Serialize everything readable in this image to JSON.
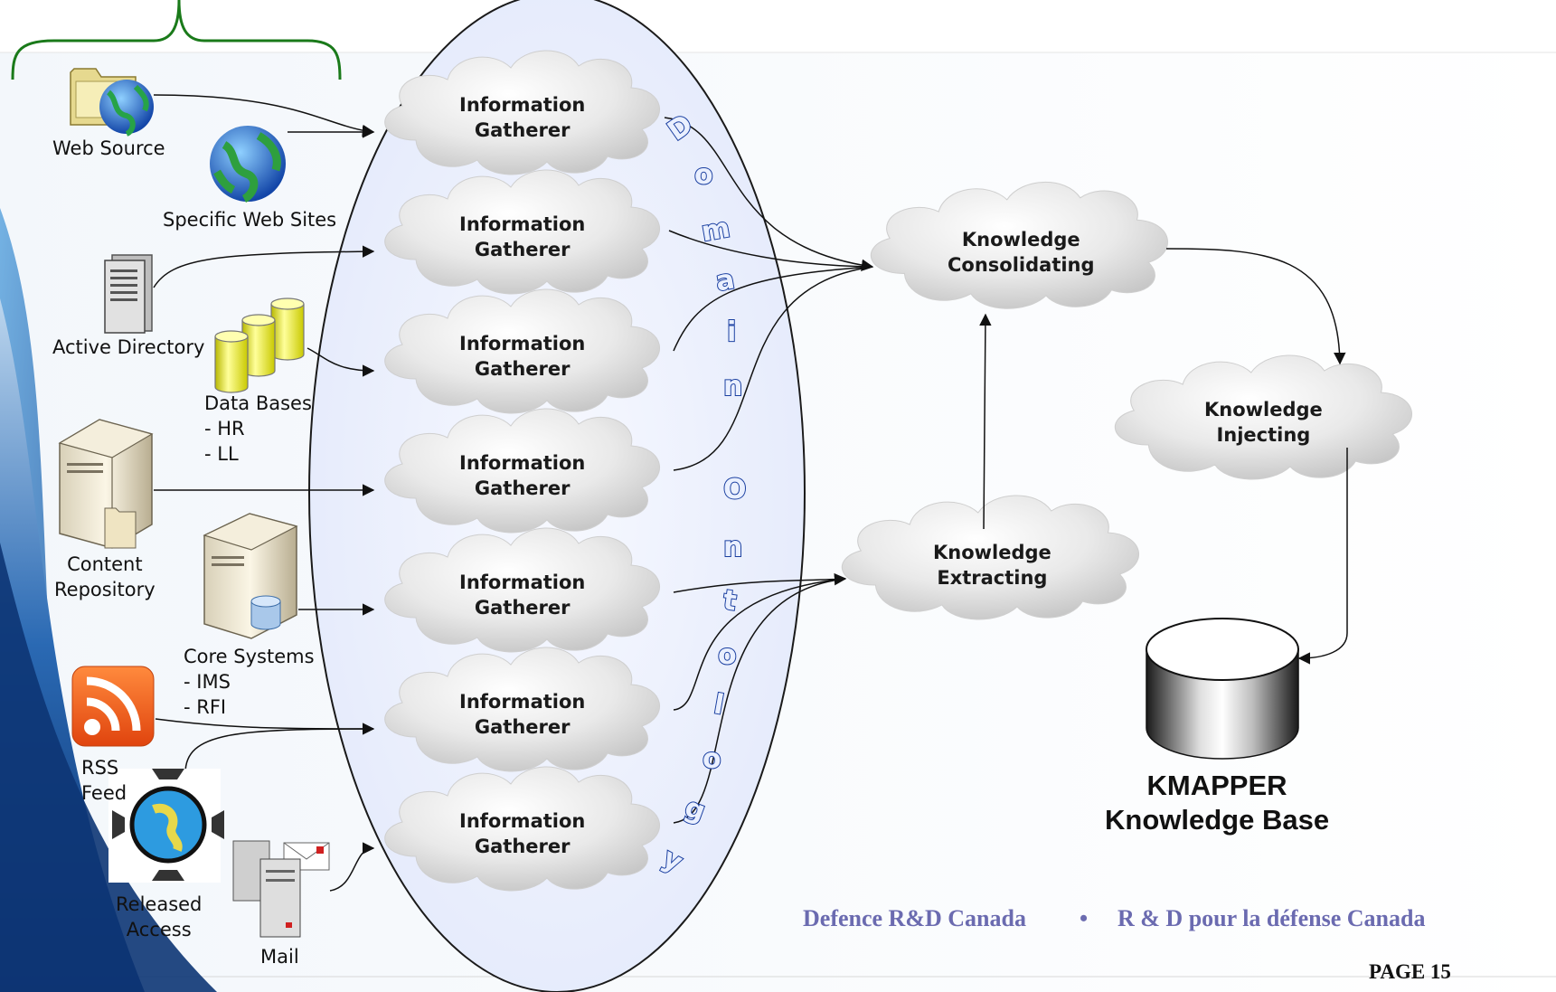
{
  "sources": {
    "web_source": "Web Source",
    "specific_web_sites": "Specific Web Sites",
    "active_directory": "Active Directory",
    "data_bases": "Data Bases\n- HR\n- LL",
    "content_repository": "Content\nRepository",
    "core_systems": "Core Systems\n- IMS\n- RFI",
    "rss_feed": "RSS\nFeed",
    "released_access": "Released\nAccess",
    "mail": "Mail"
  },
  "gatherers": [
    "Information\nGatherer",
    "Information\nGatherer",
    "Information\nGatherer",
    "Information\nGatherer",
    "Information\nGatherer",
    "Information\nGatherer",
    "Information\nGatherer"
  ],
  "ontology_letters": [
    "D",
    "o",
    "m",
    "a",
    "i",
    "n",
    "O",
    "n",
    "t",
    "o",
    "l",
    "o",
    "g",
    "y"
  ],
  "processes": {
    "consolidating": "Knowledge\nConsolidating",
    "injecting": "Knowledge\nInjecting",
    "extracting": "Knowledge\nExtracting"
  },
  "knowledge_base": "KMAPPER\nKnowledge Base",
  "footer": {
    "left": "Defence R&D Canada",
    "bullet": "•",
    "right": "R & D pour la défense Canada",
    "page": "PAGE 15"
  },
  "colors": {
    "accent_blue": "#1f5aa8",
    "bracket_green": "#1a7a1a",
    "footer_text": "#6b6bb0"
  }
}
